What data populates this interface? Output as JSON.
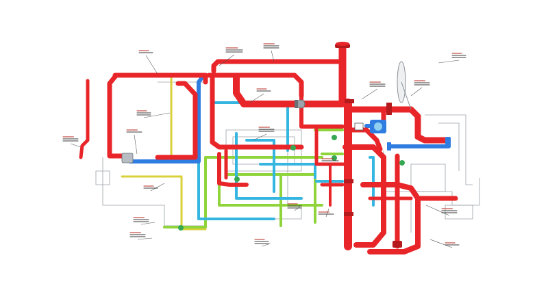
{
  "diagram": {
    "colors": {
      "red_pipe": "#e8262a",
      "red_pipe_dark": "#b51a1d",
      "blue_pipe": "#2f7de1",
      "cyan_pipe": "#35b6e0",
      "lime_pipe": "#8fd43a",
      "yellow_pipe": "#d8d13a",
      "green_valve": "#35a853",
      "grey_equipment": "#9ca3aa",
      "outline": "#9aa0a6"
    },
    "callouts": [
      {
        "id": "c1",
        "lines": 2
      },
      {
        "id": "c2",
        "lines": 3
      },
      {
        "id": "c3",
        "lines": 3
      },
      {
        "id": "c4",
        "lines": 2
      },
      {
        "id": "c5",
        "lines": 3
      },
      {
        "id": "c6",
        "lines": 2
      },
      {
        "id": "c7",
        "lines": 3
      },
      {
        "id": "c8",
        "lines": 3
      },
      {
        "id": "c9",
        "lines": 2
      },
      {
        "id": "c10",
        "lines": 2
      },
      {
        "id": "c11",
        "lines": 3
      },
      {
        "id": "c12",
        "lines": 2
      },
      {
        "id": "c13",
        "lines": 3
      },
      {
        "id": "c14",
        "lines": 3
      },
      {
        "id": "c15",
        "lines": 3
      },
      {
        "id": "c16",
        "lines": 3
      },
      {
        "id": "c17",
        "lines": 3
      },
      {
        "id": "c18",
        "lines": 3
      },
      {
        "id": "c19",
        "lines": 3
      },
      {
        "id": "c20",
        "lines": 2
      }
    ]
  }
}
